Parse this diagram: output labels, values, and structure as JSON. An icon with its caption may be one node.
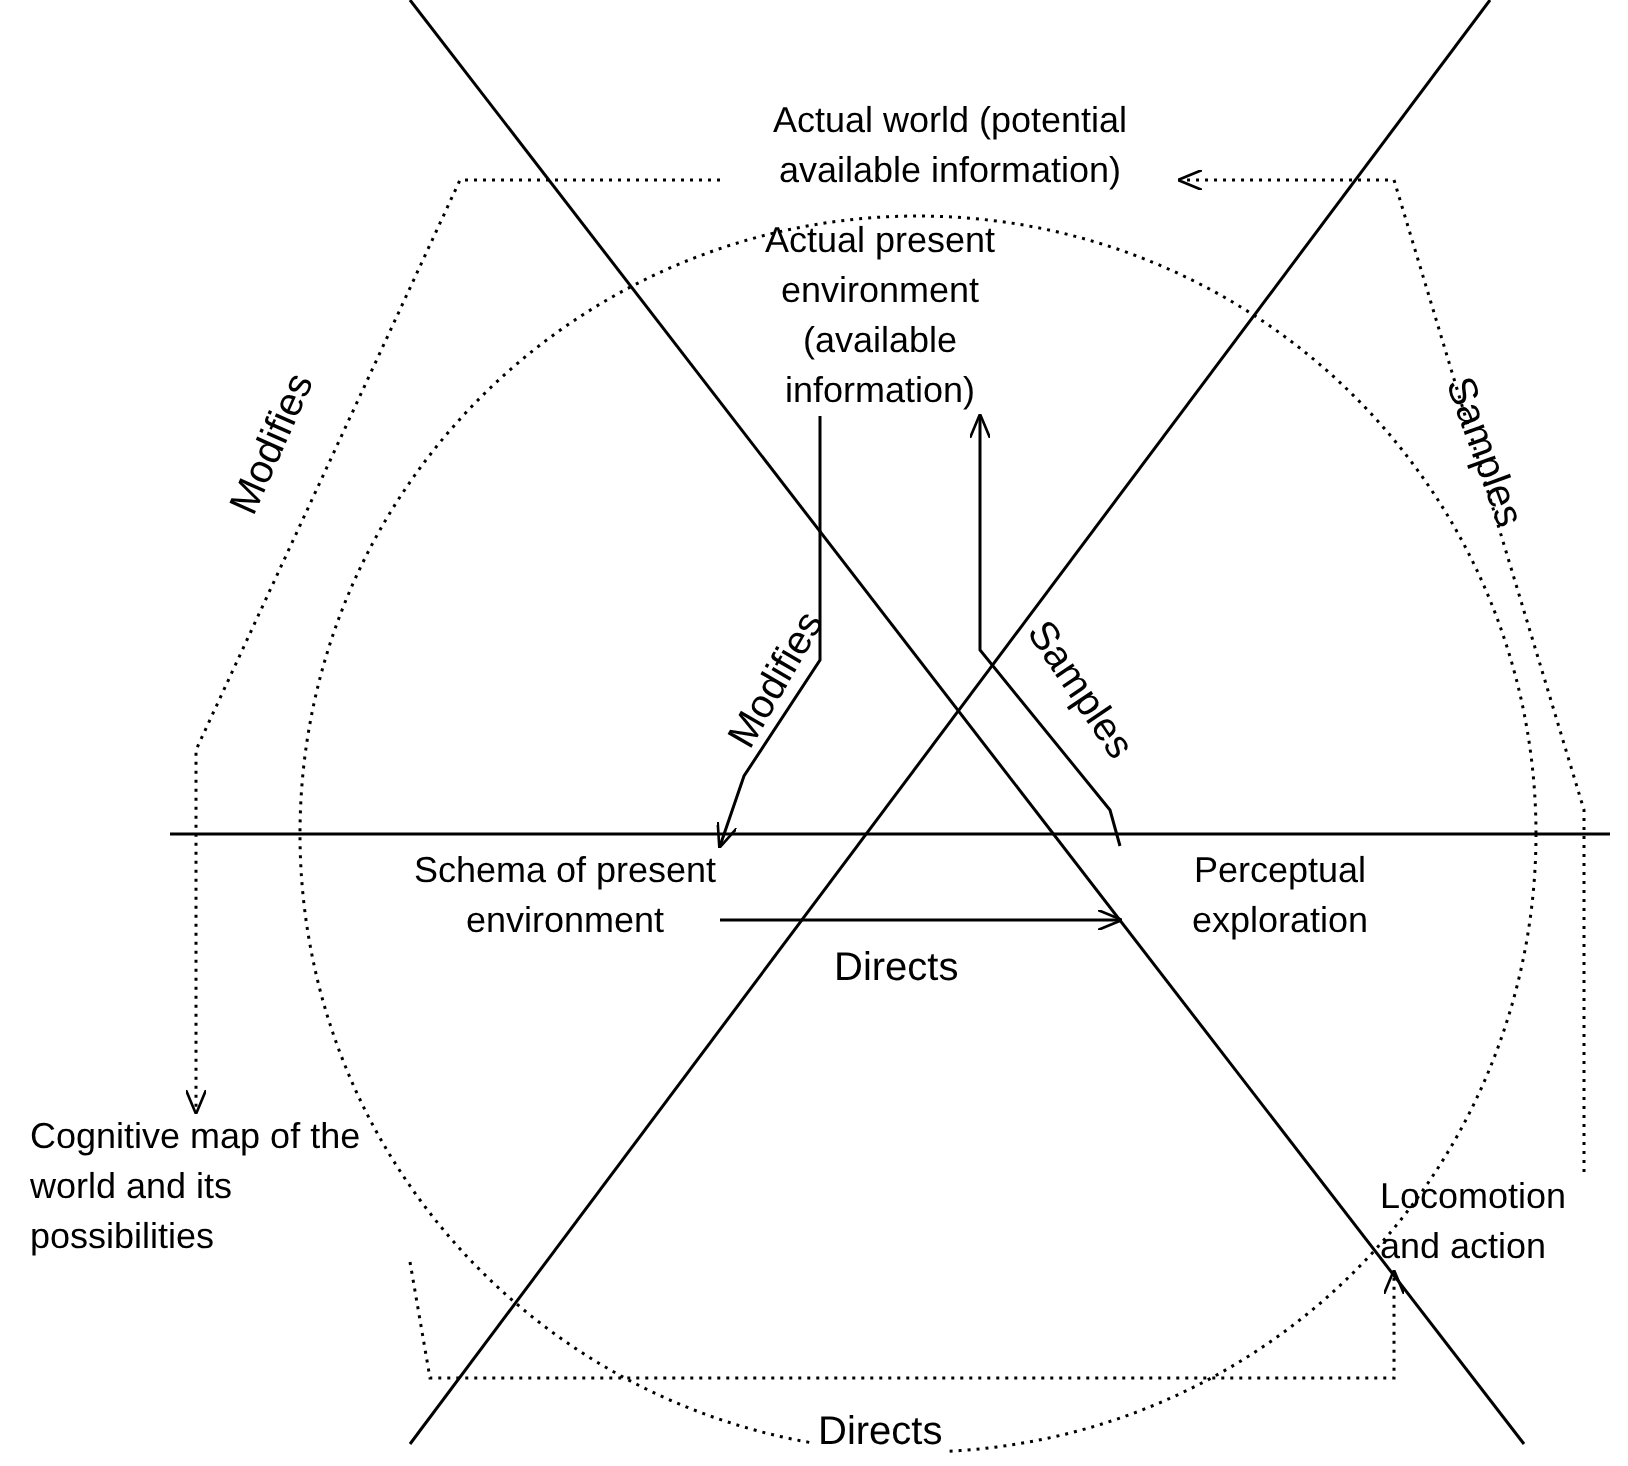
{
  "diagram": {
    "nodes": [
      {
        "text": [
          "Actual world (potential available information)"
        ]
      },
      {
        "text": [
          "Actual present environment (available information)"
        ]
      },
      {
        "text": [
          "Schema of present environment"
        ]
      },
      {
        "text": [
          "Perceptual exploration"
        ]
      },
      {
        "text": [
          "Cognitive map of the world and its possibilities"
        ]
      },
      {
        "text": [
          "Locomotion and action"
        ]
      }
    ],
    "edges": [
      {
        "from": 0,
        "to": 4,
        "arrow": "to",
        "label": "Modifies",
        "style": "dashed"
      },
      {
        "from": 1,
        "to": 2,
        "arrow": "to",
        "label": "Modifies"
      },
      {
        "from": 3,
        "to": 1,
        "arrow": "to",
        "label": "Samples"
      },
      {
        "from": 5,
        "to": 0,
        "arrow": "to",
        "label": "Samples",
        "style": "dashed"
      },
      {
        "from": 2,
        "to": 3,
        "arrow": "to",
        "label": "Directs"
      },
      {
        "from": 4,
        "to": 5,
        "arrow": "to",
        "label": "Directs",
        "style": "dashed"
      }
    ]
  }
}
